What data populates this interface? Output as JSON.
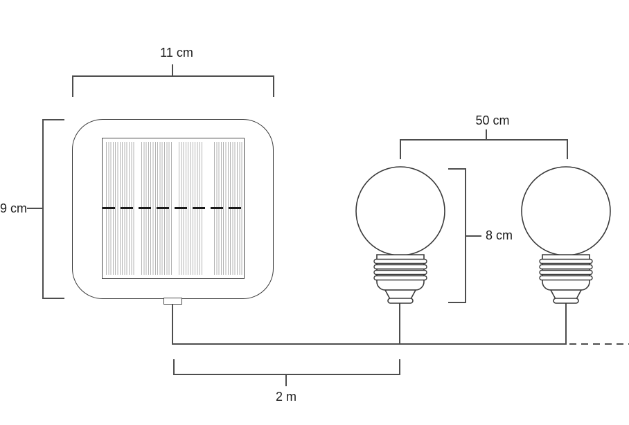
{
  "diagram": {
    "subject": "solar-string-lights-dimension-diagram",
    "labels": {
      "panel_width": "11 cm",
      "panel_height": "9 cm",
      "bulb_spacing": "50 cm",
      "bulb_height": "8 cm",
      "cable_to_first_bulb": "2 m"
    },
    "components": {
      "solar_panel": "solar-panel-icon",
      "bulb": "globe-bulb-icon",
      "cable": "power-cable",
      "cable_continuation": "dashed-cable-continuation"
    },
    "colors": {
      "background": "#ffffff",
      "outline": "#3a3a3a",
      "dimension_line": "#4d4d4d",
      "text": "#1c1c1c",
      "solar_cell_stripe": "#b3b3b3",
      "busbar": "#191919"
    }
  }
}
